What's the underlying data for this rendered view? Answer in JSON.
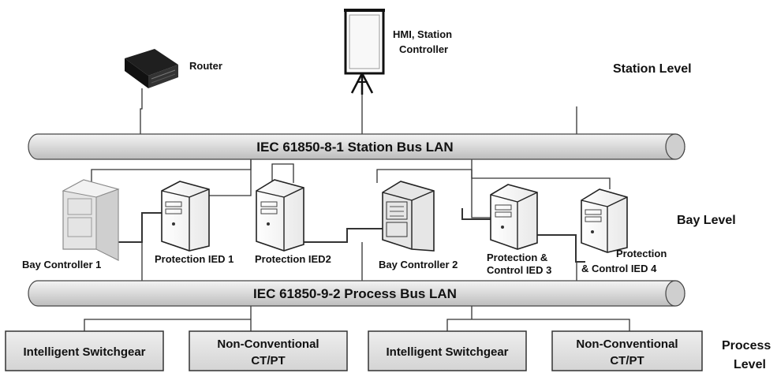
{
  "buses": {
    "station": "IEC 61850-8-1 Station Bus LAN",
    "process": "IEC 61850-9-2 Process Bus LAN"
  },
  "levels": {
    "station": "Station Level",
    "bay": "Bay Level",
    "process_line1": "Process",
    "process_line2": "Level"
  },
  "station_devices": {
    "router": "Router",
    "hmi_line1": "HMI, Station",
    "hmi_line2": "Controller"
  },
  "bay_devices": {
    "bay_controller_1": "Bay Controller 1",
    "protection_ied_1": "Protection IED 1",
    "protection_ied_2": "Protection IED2",
    "bay_controller_2": "Bay Controller 2",
    "pc_ied_3_line1": "Protection &",
    "pc_ied_3_line2": "Control IED 3",
    "pc_ied_4_line1": "Protection",
    "pc_ied_4_line2": "& Control IED 4"
  },
  "process_devices": {
    "switchgear_1": "Intelligent Switchgear",
    "ctpt_1_line1": "Non-Conventional",
    "ctpt_1_line2": "CT/PT",
    "switchgear_2": "Intelligent Switchgear",
    "ctpt_2_line1": "Non-Conventional",
    "ctpt_2_line2": "CT/PT"
  },
  "colors": {
    "bus_fill": "#d9d9d9",
    "box_fill": "#e0e0e0",
    "wire": "#333333"
  }
}
